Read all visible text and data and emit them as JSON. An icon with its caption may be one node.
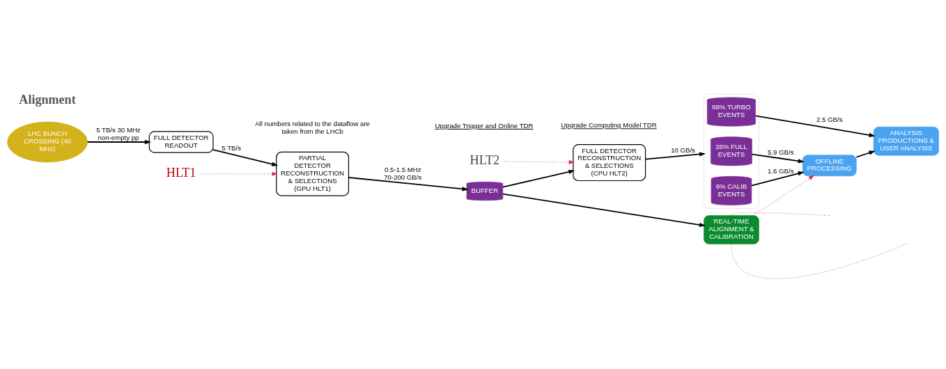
{
  "diagram": {
    "nodes": [
      {
        "text": [
          "LHC BUNCH CROSSING (40 MHz)"
        ]
      },
      {
        "text": [
          "FULL DETECTOR READOUT"
        ]
      },
      {
        "text": [
          "PARTIAL DETECTOR RECONSTRUCTION & SELECTIONS (GPU HLT1)"
        ]
      },
      {
        "text": [
          "BUFFER"
        ]
      },
      {
        "text": [
          "REAL-TIME ALIGNMENT & CALIBRATION"
        ]
      },
      {
        "text": [
          "FULL DETECTOR RECONSTRUCTION & SELECTIONS (CPU HLT2)"
        ]
      },
      {
        "text": [],
        "shape": "box"
      },
      {
        "text": [
          "6% CALIB EVENTS"
        ],
        "in": 6
      },
      {
        "text": [
          "26% FULL EVENTS"
        ],
        "in": 6
      },
      {
        "text": [
          "68% TURBO EVENTS"
        ],
        "in": 6
      },
      {
        "text": [
          "OFFLINE PROCESSING"
        ]
      },
      {
        "text": [
          "ANALYSIS PRODUCTIONS & USER ANALYSIS"
        ]
      },
      {
        "text": [
          "HLT1"
        ]
      },
      {
        "text": [
          "HLT2"
        ]
      }
    ],
    "edges": [
      {
        "from": 0,
        "to": 1,
        "arrow": "to",
        "label": "5 TB/s 30 MHz non-empty pp"
      },
      {
        "from": 1,
        "to": 2,
        "arrow": "to",
        "label": "5 TB/s"
      },
      {
        "from": 2,
        "to": 3,
        "arrow": "to",
        "label": "0.5-1.5 MHz 70-200 GB/s"
      },
      {
        "from": 3,
        "to": 4,
        "arrow": "to"
      },
      {
        "from": 3,
        "to": 5,
        "arrow": "to"
      },
      {
        "from": 5,
        "to": 6,
        "arrow": "to",
        "label": "10 GB/s"
      },
      {
        "from": 7,
        "to": 10,
        "arrow": "to",
        "label": "1.6 GB/s"
      },
      {
        "from": 8,
        "to": 10,
        "arrow": "to",
        "label": "5.9 GB/s"
      },
      {
        "from": 9,
        "to": 11,
        "arrow": "to",
        "label": "2.5 GB/s"
      },
      {
        "from": 10,
        "to": 11,
        "arrow": "to"
      },
      {
        "from": 4,
        "to": 10,
        "arrow": "to",
        "style": "dashed",
        "color": "#d0344a"
      },
      {
        "from": 12,
        "to": 2,
        "arrow": "to",
        "style": "dashed",
        "color": "#d0344a"
      },
      {
        "from": 13,
        "to": 5,
        "arrow": "to",
        "style": "dashed",
        "color": "#d0344a"
      },
      {
        "from": 4,
        "to": null,
        "arrow": "none",
        "style": "dashed",
        "color": "#d0344a"
      },
      {
        "from": 4,
        "to": null,
        "arrow": "none",
        "style": "dashed",
        "color": "#d0344a"
      }
    ],
    "labels": [
      "Alignment",
      "All numbers related to the dataflow are taken from the LHCb",
      "Upgrade Trigger and Online TDR",
      "Upgrade Computing Model TDR"
    ]
  }
}
